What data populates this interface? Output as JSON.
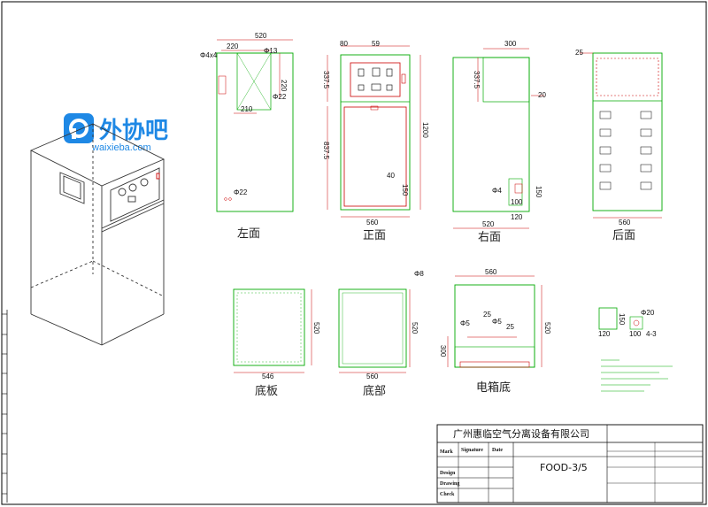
{
  "watermark": {
    "cn": "外协吧",
    "en": "waixieba.com"
  },
  "views": {
    "left": "左面",
    "front": "正面",
    "right": "右面",
    "back": "后面",
    "base_plate": "底板",
    "bottom": "底部",
    "electric_box_bottom": "电箱底"
  },
  "dims": {
    "left_width": "520",
    "left_top": "220",
    "left_phi13": "Φ13",
    "left_phi4x4": "Φ4x4",
    "left_phi22": "Φ22",
    "left_210": "210",
    "left_220v": "220",
    "left_phi22_bottom": "Φ22",
    "front_80": "80",
    "front_59": "59",
    "front_3375": "337.5",
    "front_8375": "837.5",
    "front_1200": "1200",
    "front_40": "40",
    "front_150": "150",
    "front_560": "560",
    "right_300": "300",
    "right_3375": "337.5",
    "right_20": "20",
    "right_phi4": "Φ4",
    "right_150": "150",
    "right_100": "100",
    "right_120": "120",
    "right_520": "520",
    "back_25": "25",
    "back_560": "560",
    "base_546": "546",
    "base_520": "520",
    "bottom_560": "560",
    "bottom_520": "520",
    "bottom_phi8": "Φ8",
    "ebox_560": "560",
    "ebox_520": "520",
    "ebox_300": "300",
    "ebox_phi5a": "Φ5",
    "ebox_phi5b": "Φ5",
    "ebox_25a": "25",
    "ebox_25b": "25",
    "small_phi20": "Φ20",
    "small_150": "150",
    "small_120": "120",
    "small_100": "100",
    "small_4x3": "4-3"
  },
  "title_block": {
    "company": "广州惠临空气分离设备有限公司",
    "mark": "Mark",
    "signature": "Signature",
    "date": "Date",
    "design": "Design",
    "drawing": "Drawing",
    "check": "Check",
    "code": "FOOD-3/5"
  }
}
